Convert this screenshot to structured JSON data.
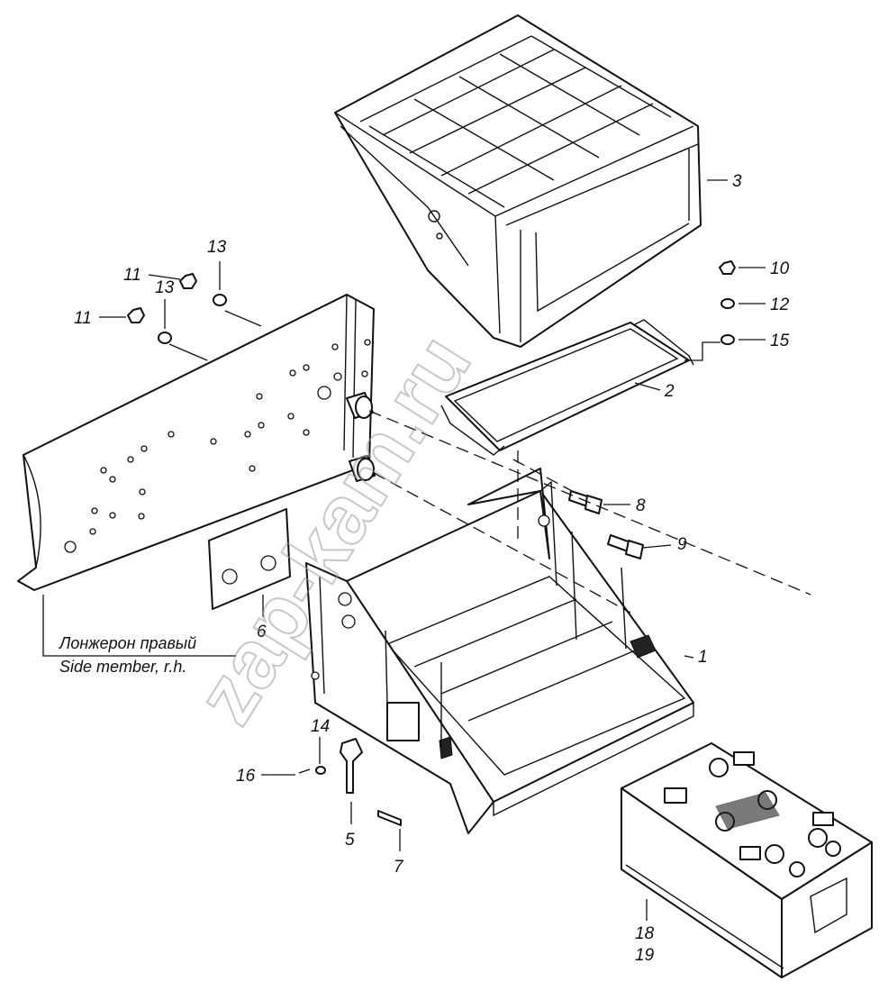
{
  "watermark": "zap-kam.ru",
  "side_member_label": {
    "ru": "Лонжерон правый",
    "en": "Side member, r.h."
  },
  "callouts": [
    {
      "id": "c1",
      "text": "1"
    },
    {
      "id": "c2",
      "text": "2"
    },
    {
      "id": "c3",
      "text": "3"
    },
    {
      "id": "c5",
      "text": "5"
    },
    {
      "id": "c6",
      "text": "6"
    },
    {
      "id": "c7",
      "text": "7"
    },
    {
      "id": "c8",
      "text": "8"
    },
    {
      "id": "c9",
      "text": "9"
    },
    {
      "id": "c10",
      "text": "10"
    },
    {
      "id": "c11a",
      "text": "11"
    },
    {
      "id": "c11b",
      "text": "11"
    },
    {
      "id": "c12",
      "text": "12"
    },
    {
      "id": "c13a",
      "text": "13"
    },
    {
      "id": "c13b",
      "text": "13"
    },
    {
      "id": "c14",
      "text": "14"
    },
    {
      "id": "c15",
      "text": "15"
    },
    {
      "id": "c16",
      "text": "16"
    },
    {
      "id": "c18",
      "text": "18"
    },
    {
      "id": "c19",
      "text": "19"
    }
  ]
}
